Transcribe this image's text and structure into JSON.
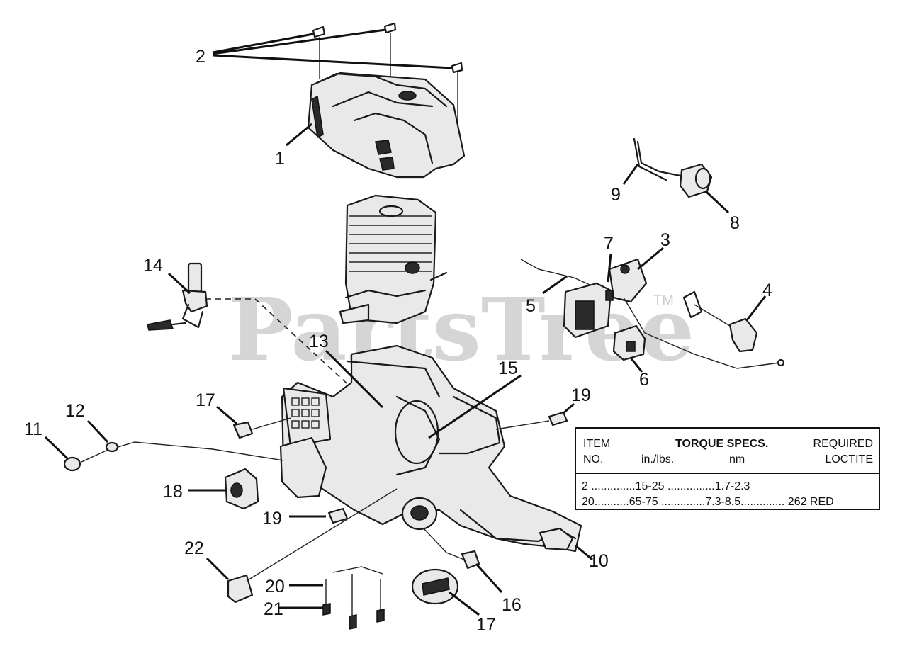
{
  "watermark": {
    "text": "PartsTree",
    "trademark": "TM"
  },
  "callouts": [
    {
      "id": "c1",
      "text": "1"
    },
    {
      "id": "c2",
      "text": "2"
    },
    {
      "id": "c3",
      "text": "3"
    },
    {
      "id": "c4",
      "text": "4"
    },
    {
      "id": "c5",
      "text": "5"
    },
    {
      "id": "c6",
      "text": "6"
    },
    {
      "id": "c7",
      "text": "7"
    },
    {
      "id": "c8",
      "text": "8"
    },
    {
      "id": "c9",
      "text": "9"
    },
    {
      "id": "c10",
      "text": "10"
    },
    {
      "id": "c11",
      "text": "11"
    },
    {
      "id": "c12",
      "text": "12"
    },
    {
      "id": "c13",
      "text": "13"
    },
    {
      "id": "c14",
      "text": "14"
    },
    {
      "id": "c15",
      "text": "15"
    },
    {
      "id": "c16",
      "text": "16"
    },
    {
      "id": "c17a",
      "text": "17"
    },
    {
      "id": "c17b",
      "text": "17"
    },
    {
      "id": "c18",
      "text": "18"
    },
    {
      "id": "c19a",
      "text": "19"
    },
    {
      "id": "c19b",
      "text": "19"
    },
    {
      "id": "c20",
      "text": "20"
    },
    {
      "id": "c21",
      "text": "21"
    },
    {
      "id": "c22",
      "text": "22"
    }
  ],
  "torque_table": {
    "headers": {
      "item_line1": "ITEM",
      "item_line2": "NO.",
      "torque": "TORQUE SPECS.",
      "in_lbs": "in./lbs.",
      "nm": "nm",
      "required_line1": "REQUIRED",
      "required_line2": "LOCTITE"
    },
    "rows": [
      {
        "line": "2 ..............15-25 ...............1.7-2.3"
      },
      {
        "line": "20...........65-75 ..............7.3-8.5..............  262 RED"
      }
    ]
  }
}
